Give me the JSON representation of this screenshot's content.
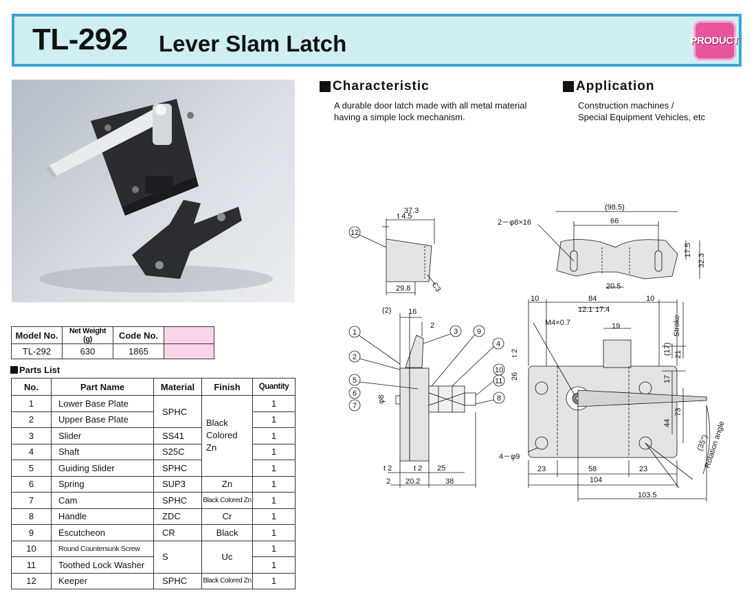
{
  "header": {
    "model": "TL-292",
    "title": "Lever Slam Latch",
    "badge": "PRODUCT"
  },
  "characteristic": {
    "heading": "Characteristic",
    "lines": [
      "A durable door latch made with all metal material",
      "having a simple lock mechanism."
    ]
  },
  "application": {
    "heading": "Application",
    "lines": [
      "Construction machines /",
      "Special Equipment Vehicles, etc"
    ]
  },
  "spec_table": {
    "headers": [
      "Model No.",
      "Net Weight (g)",
      "Code No."
    ],
    "row": [
      "TL-292",
      "630",
      "1865"
    ]
  },
  "parts_list": {
    "label": "Parts List",
    "headers": [
      "No.",
      "Part Name",
      "Material",
      "Finish",
      "Quantity"
    ],
    "rows": [
      {
        "no": "1",
        "name": "Lower Base Plate",
        "qty": "1"
      },
      {
        "no": "2",
        "name": "Upper Base Plate",
        "qty": "1"
      },
      {
        "no": "3",
        "name": "Slider",
        "material": "SS41",
        "qty": "1"
      },
      {
        "no": "4",
        "name": "Shaft",
        "material": "S25C",
        "qty": "1"
      },
      {
        "no": "5",
        "name": "Guiding Slider",
        "material": "SPHC",
        "qty": "1"
      },
      {
        "no": "6",
        "name": "Spring",
        "material": "SUP3",
        "finish": "Zn",
        "qty": "1"
      },
      {
        "no": "7",
        "name": "Cam",
        "material": "SPHC",
        "finish": "Black Colored Zn",
        "qty": "1"
      },
      {
        "no": "8",
        "name": "Handle",
        "material": "ZDC",
        "finish": "Cr",
        "qty": "1"
      },
      {
        "no": "9",
        "name": "Escutcheon",
        "material": "CR",
        "finish": "Black",
        "qty": "1"
      },
      {
        "no": "10",
        "name": "Round Countersunk Screw",
        "qty": "1"
      },
      {
        "no": "11",
        "name": "Toothed Lock Washer",
        "qty": "1"
      },
      {
        "no": "12",
        "name": "Keeper",
        "material": "SPHC",
        "finish": "Black Colored Zn",
        "qty": "1"
      }
    ],
    "merged": {
      "material_1_2": "SPHC",
      "finish_1_5": "Black Colored Zn",
      "material_10_11": "S",
      "finish_10_11": "Uc"
    }
  },
  "drawing": {
    "keeper_side": {
      "thickness": "t 4.5",
      "length": "37.3",
      "base": "29.8",
      "chamfer": "C3",
      "callout": "12"
    },
    "keeper_top": {
      "overall": "(98.5)",
      "hole_pitch": "66",
      "holes": "2－φ8×16",
      "width": "20.5",
      "height1": "17.5",
      "height2": "32.3"
    },
    "latch_side": {
      "top_dims": [
        "(2)",
        "16",
        "2"
      ],
      "callouts": [
        "1",
        "2",
        "3",
        "4",
        "5",
        "6",
        "7",
        "8",
        "9",
        "10",
        "11"
      ],
      "shaft_dia": "φ8",
      "bottom_dims": [
        "t 2",
        "t 2",
        "25",
        "2",
        "20.2",
        "38"
      ]
    },
    "latch_front": {
      "top_dims": [
        "10",
        "84",
        "10",
        "12.1",
        "17.4",
        "19"
      ],
      "thread": "M4×0.7",
      "right_dims": [
        "Stroke",
        "(17)",
        "21",
        "t 2",
        "26",
        "17",
        "44",
        "73"
      ],
      "holes": "4－φ9",
      "bottom_dims": [
        "23",
        "58",
        "23",
        "104",
        "103.5"
      ],
      "angle": "(35°)",
      "angle_label": "Rotation angle"
    }
  }
}
